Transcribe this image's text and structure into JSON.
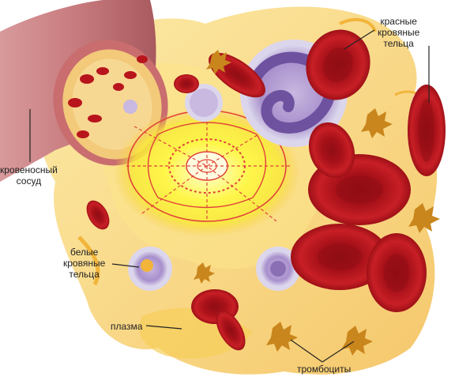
{
  "labels": {
    "red_cells": [
      "красные",
      "кровяные",
      "тельца"
    ],
    "vessel": [
      "кровеносный",
      "сосуд"
    ],
    "white_cells": [
      "белые",
      "кровяные",
      "тельца"
    ],
    "plasma": "плазма",
    "platelets": "тромбоциты"
  },
  "colors": {
    "red_cell": "#b8141c",
    "red_cell_center": "#8f0d14",
    "vessel": "#c77a7d",
    "plasma": "#f2b53a",
    "plasma_light": "#fbe48a",
    "white_cell": "#8a6fb5",
    "platelet": "#c9861c",
    "glow": "#fff64a",
    "network": "#e0433a"
  },
  "icons": [
    "red-blood-cell-icon",
    "white-blood-cell-icon",
    "platelet-icon",
    "blood-vessel-icon"
  ]
}
